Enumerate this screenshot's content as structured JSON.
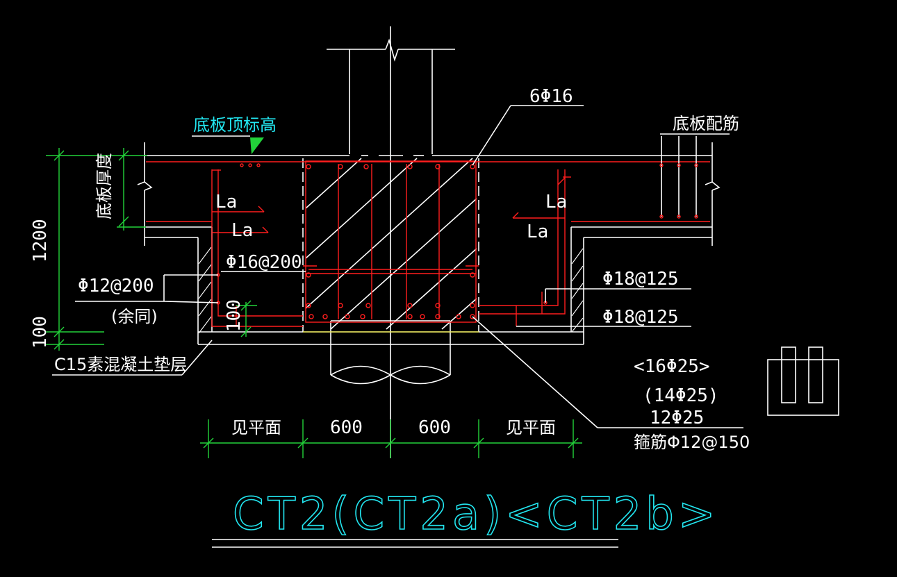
{
  "drawing": {
    "title": "CT2(CT2a)<CT2b>",
    "elevation_label": "底板顶标高",
    "slab_thickness_label": "底板厚度",
    "slab_rebar_label": "底板配筋",
    "top_bar_label": "6Φ16",
    "anchor_labels": [
      "La",
      "La",
      "La",
      "La"
    ],
    "bar_labels": {
      "mid_bar": "Φ16@200",
      "side_bar": "Φ12@200",
      "side_bar_note": "(余同)",
      "right_bar_1": "Φ18@125",
      "right_bar_2": "Φ18@125",
      "bottom_alt_b": "<16Φ25>",
      "bottom_alt_a": "(14Φ25)",
      "bottom_main": "12Φ25",
      "stirrup": "箍筋Φ12@150"
    },
    "dimensions": {
      "height": "1200",
      "cushion": "100",
      "cushion_inner": "100",
      "widths": [
        "见平面",
        "600",
        "600",
        "见平面"
      ]
    },
    "cushion_label": "C15素混凝土垫层"
  }
}
